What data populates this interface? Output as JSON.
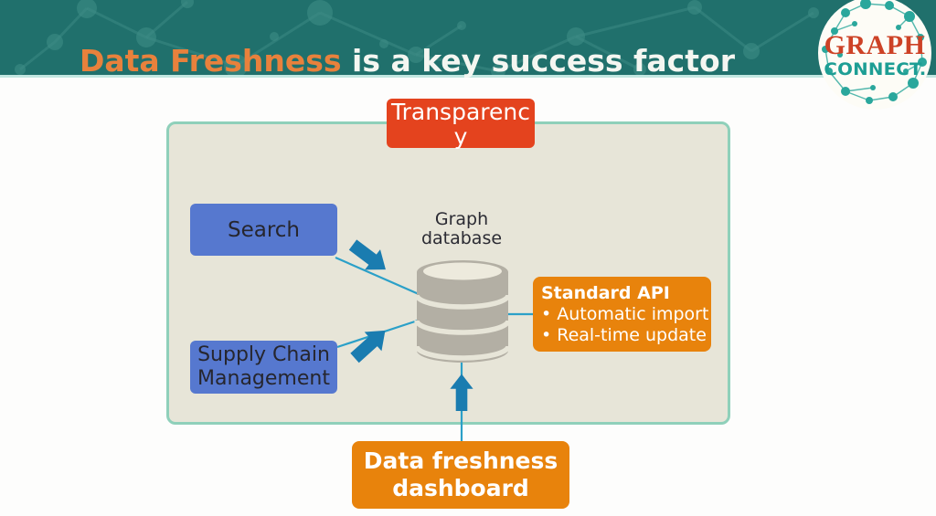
{
  "header": {
    "title_highlight": "Data Freshness",
    "title_rest": " is a key success factor"
  },
  "logo": {
    "top_word": "GRAPH",
    "bottom_word": "CONNECT."
  },
  "diagram": {
    "transparency_label": "Transparency",
    "search_label": "Search",
    "supply_chain_label": "Supply Chain Management",
    "graph_db_label": "Graph database",
    "api_title": "Standard API",
    "bullet_char": "•",
    "api_bullets": [
      "Automatic import",
      "Real-time update"
    ],
    "dashboard_label": "Data freshness dashboard"
  },
  "colors": {
    "header_teal": "#20706c",
    "header_pattern": "#3e8c86",
    "title_highlight": "#e8813c",
    "panel_bg": "#e7e5d8",
    "panel_border": "#8fd0ba",
    "blue_box": "#5678cf",
    "red_box": "#e4431e",
    "orange_box": "#e8830c",
    "line_teal": "#2ba0c8",
    "arrow_blue": "#1a7cb0",
    "cylinder_gray": "#b3afa4",
    "logo_red": "#cd4226",
    "logo_teal": "#1d9e94",
    "logo_teal_light": "#2aa79c"
  }
}
